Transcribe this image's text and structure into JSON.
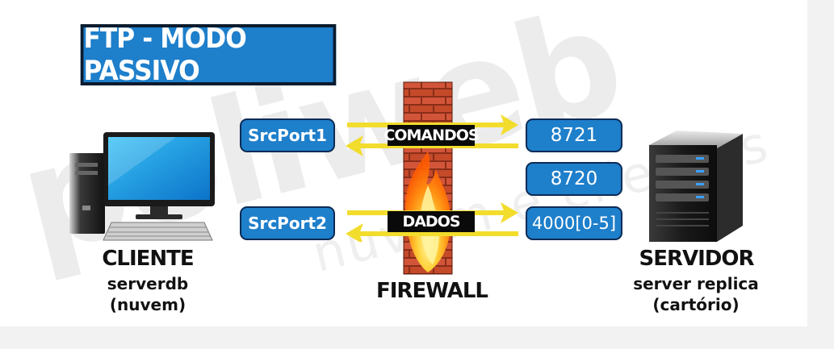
{
  "title": "FTP - MODO PASSIVO",
  "watermark": {
    "main": "poliweb",
    "sub": "nuvem e clientes"
  },
  "client": {
    "name": "CLIENTE",
    "line1": "serverdb",
    "line2": "(nuvem)"
  },
  "firewall": {
    "name": "FIREWALL",
    "commands_label": "COMANDOS",
    "data_label": "DADOS"
  },
  "server": {
    "name": "SERVIDOR",
    "line1": "server replica",
    "line2": "(cartório)"
  },
  "ports": {
    "src1": "SrcPort1",
    "src2": "SrcPort2",
    "cmd": "8721",
    "data_port": "8720",
    "range": "4000[0-5]"
  },
  "colors": {
    "blue": "#1e7fcb",
    "arrow": "#f2dc2c",
    "brick": "#c44a2a"
  }
}
